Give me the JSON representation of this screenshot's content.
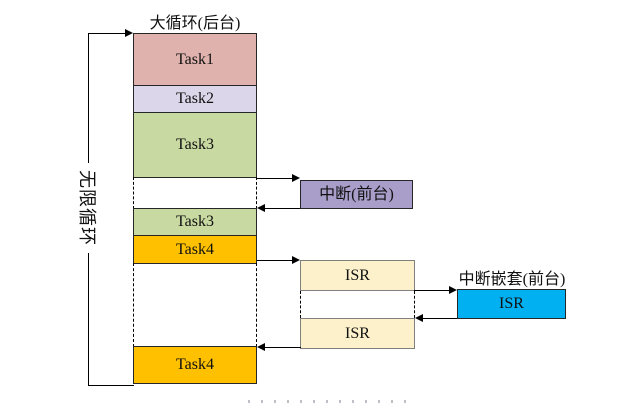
{
  "background_column": {
    "title": "大循环(后台)",
    "loop_label": "无限循环",
    "segments": [
      {
        "label": "Task1"
      },
      {
        "label": "Task2"
      },
      {
        "label": "Task3"
      },
      {
        "label": "Task3"
      },
      {
        "label": "Task4"
      },
      {
        "label": "Task4"
      }
    ]
  },
  "foreground": {
    "interrupt_label": "中断(前台)",
    "isr_top_label": "ISR",
    "isr_bottom_label": "ISR",
    "nested_title": "中断嵌套(前台)",
    "nested_isr_label": "ISR"
  },
  "colors": {
    "task1_fill": "#e0b2ae",
    "task2_fill": "#dbd6e9",
    "task3_fill": "#c8d9a2",
    "task4_fill": "#ffc000",
    "interrupt_fill": "#a99dc9",
    "isr_fill": "#fdf1cc",
    "isr_border": "#7f7f7f",
    "nested_isr_fill": "#00b0f0",
    "line_color": "#000000"
  }
}
